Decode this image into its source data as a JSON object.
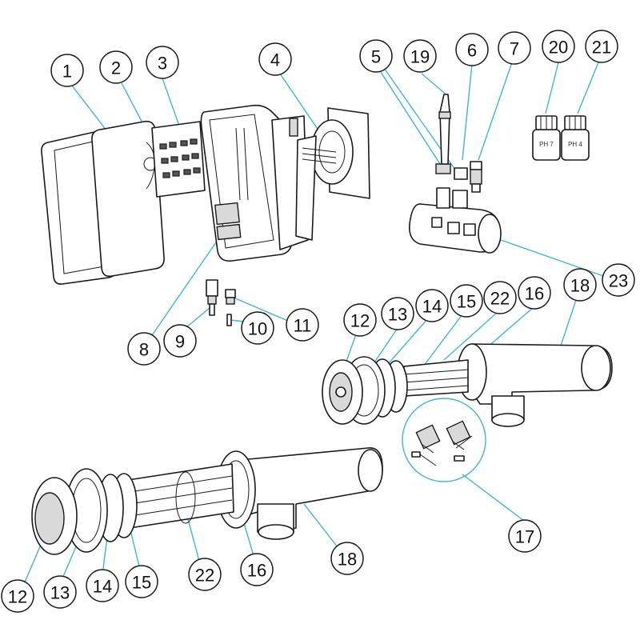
{
  "callouts": [
    {
      "id": "c1",
      "label": "1"
    },
    {
      "id": "c2",
      "label": "2"
    },
    {
      "id": "c3",
      "label": "3"
    },
    {
      "id": "c4",
      "label": "4"
    },
    {
      "id": "c5",
      "label": "5"
    },
    {
      "id": "c19",
      "label": "19"
    },
    {
      "id": "c6",
      "label": "6"
    },
    {
      "id": "c7",
      "label": "7"
    },
    {
      "id": "c20",
      "label": "20"
    },
    {
      "id": "c21",
      "label": "21"
    },
    {
      "id": "c23",
      "label": "23"
    },
    {
      "id": "c8",
      "label": "8"
    },
    {
      "id": "c9",
      "label": "9"
    },
    {
      "id": "c10",
      "label": "10"
    },
    {
      "id": "c11",
      "label": "11"
    },
    {
      "id": "c12a",
      "label": "12"
    },
    {
      "id": "c13a",
      "label": "13"
    },
    {
      "id": "c14a",
      "label": "14"
    },
    {
      "id": "c15a",
      "label": "15"
    },
    {
      "id": "c22a",
      "label": "22"
    },
    {
      "id": "c16a",
      "label": "16"
    },
    {
      "id": "c18a",
      "label": "18"
    },
    {
      "id": "c17",
      "label": "17"
    },
    {
      "id": "c12b",
      "label": "12"
    },
    {
      "id": "c13b",
      "label": "13"
    },
    {
      "id": "c14b",
      "label": "14"
    },
    {
      "id": "c15b",
      "label": "15"
    },
    {
      "id": "c22b",
      "label": "22"
    },
    {
      "id": "c16b",
      "label": "16"
    },
    {
      "id": "c18b",
      "label": "18"
    }
  ],
  "bottles": {
    "ph7": "PH 7",
    "ph4": "PH 4"
  }
}
